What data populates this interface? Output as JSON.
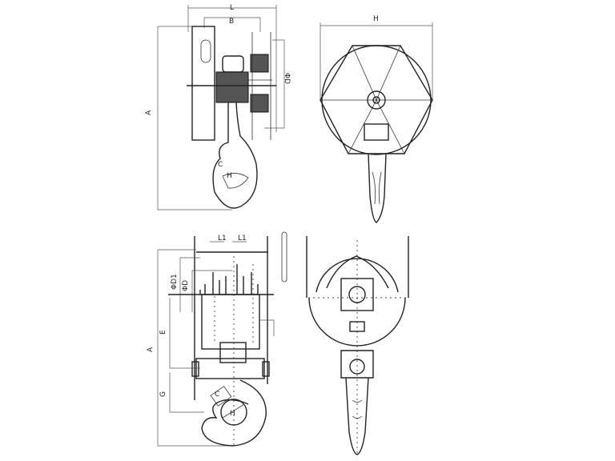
{
  "views": {
    "top_side": {
      "labels": {
        "L": "L",
        "B": "B",
        "A": "A",
        "D": "ΦD",
        "C": "C",
        "H": "H"
      }
    },
    "top_front": {
      "labels": {
        "H": "H"
      }
    },
    "bottom_side": {
      "labels": {
        "L1a": "L1",
        "L1b": "L1",
        "D1": "ΦD1",
        "D": "ΦD",
        "E": "E",
        "G": "G",
        "A": "A",
        "C": "C",
        "H": "H"
      }
    },
    "bottom_front": {
      "labels": {}
    }
  }
}
